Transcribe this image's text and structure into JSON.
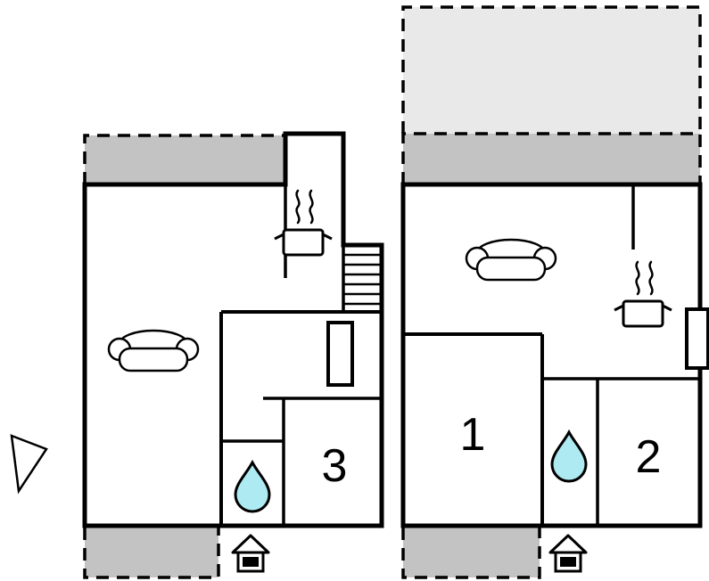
{
  "floorplan": {
    "room_labels": {
      "left_unit_room": "3",
      "right_unit_room_a": "1",
      "right_unit_room_b": "2"
    },
    "colors": {
      "wall": "#000000",
      "terrace_dark": "#c3c3c3",
      "terrace_light": "#e9e9e9",
      "water_drop": "#aeeaf2",
      "icon_fill": "#ffffff",
      "background": "#ffffff"
    },
    "icons": [
      "sofa-icon",
      "stove-icon",
      "steam-icon",
      "stairs-icon",
      "boiler-icon",
      "water-drop-icon",
      "entrance-icon",
      "north-arrow-icon"
    ]
  }
}
